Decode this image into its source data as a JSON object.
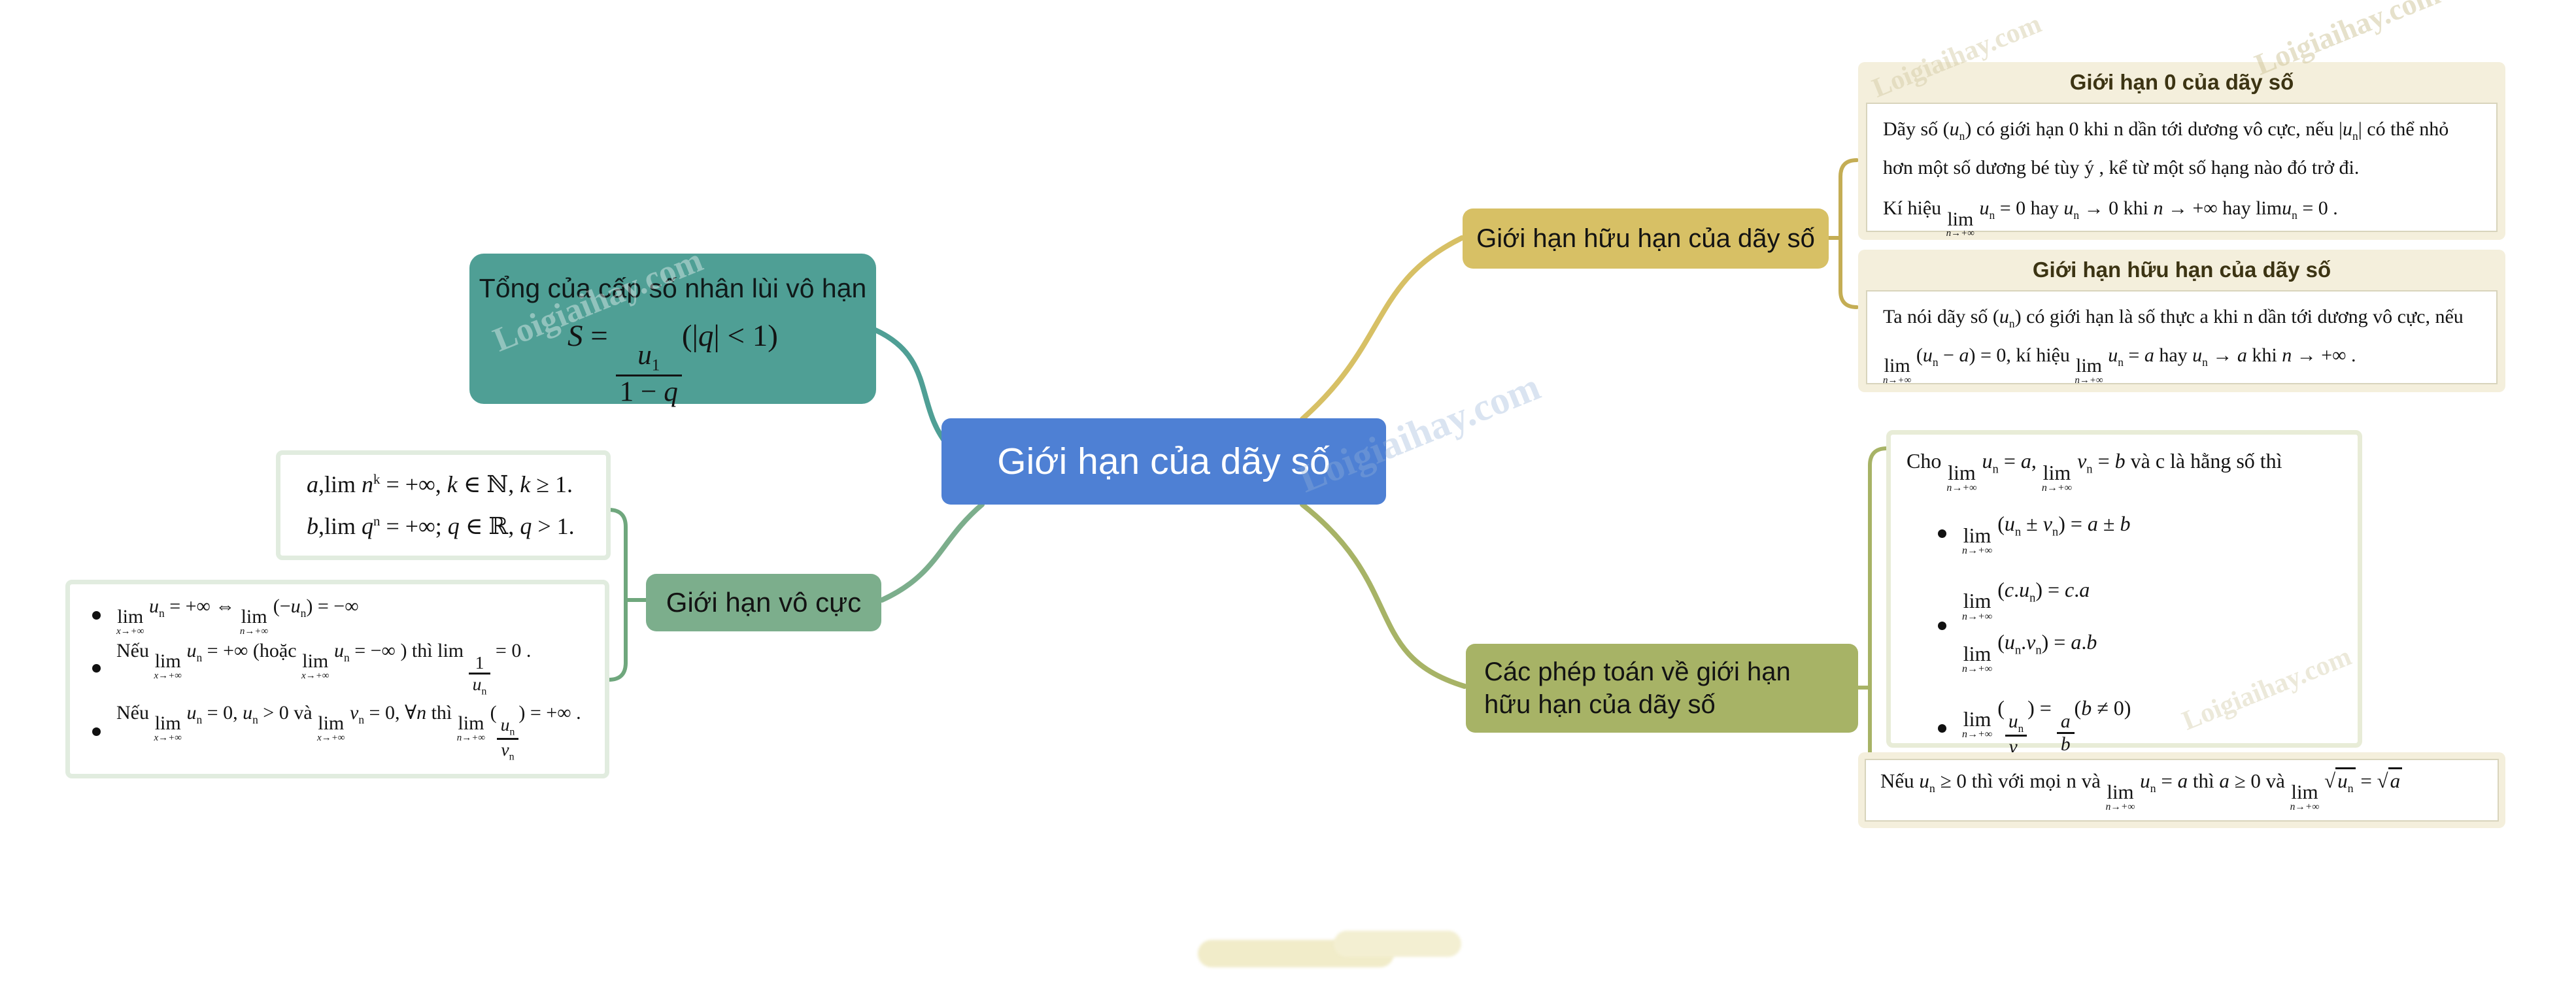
{
  "watermark": "Loigiaihay.com",
  "colors": {
    "root": "#4e80d4",
    "teal": "#4f9f95",
    "green": "#7cae8c",
    "green_dark": "#6fa77d",
    "gold": "#d7c065",
    "gold_dark": "#c4ad54",
    "olive": "#a7b366",
    "cream": "#f4efdc"
  },
  "center": {
    "label": "Giới hạn của dãy số"
  },
  "geo_sum": {
    "title": "Tổng của cấp số nhân lùi vô hạn",
    "formula": [
      {
        "i": "S"
      },
      {
        "t": " = "
      },
      {
        "frac": {
          "n": [
            {
              "i": "u"
            },
            {
              "s": "1"
            }
          ],
          "d": [
            {
              "t": "1 − "
            },
            {
              "i": "q"
            }
          ]
        }
      },
      {
        "t": "(|"
      },
      {
        "i": "q"
      },
      {
        "t": "| < 1)"
      }
    ]
  },
  "infinite_limit": {
    "label": "Giới hạn vô cực",
    "box_a": {
      "lines": [
        [
          {
            "i": "a"
          },
          {
            "t": ",lim "
          },
          {
            "i": "n"
          },
          {
            "p": "k"
          },
          {
            "t": " = +∞, "
          },
          {
            "i": "k"
          },
          {
            "t": " ∈ ℕ, "
          },
          {
            "i": "k"
          },
          {
            "t": " ≥ 1."
          }
        ],
        [
          {
            "i": "b"
          },
          {
            "t": ",lim "
          },
          {
            "i": "q"
          },
          {
            "p": "n"
          },
          {
            "t": " = +∞; "
          },
          {
            "i": "q"
          },
          {
            "t": " ∈ ℝ, "
          },
          {
            "i": "q"
          },
          {
            "t": " > 1."
          }
        ]
      ]
    },
    "box_b": {
      "b1": [
        {
          "lim": "x→+∞"
        },
        {
          "t": " "
        },
        {
          "i": "u"
        },
        {
          "s": "n"
        },
        {
          "t": " = +∞ ⇔ "
        },
        {
          "lim": "n→+∞"
        },
        {
          "t": " (−"
        },
        {
          "i": "u"
        },
        {
          "s": "n"
        },
        {
          "t": ") = −∞"
        }
      ],
      "b2": [
        {
          "t": "Nếu "
        },
        {
          "lim": "x→+∞"
        },
        {
          "t": " "
        },
        {
          "i": "u"
        },
        {
          "s": "n"
        },
        {
          "t": " = +∞ (hoặc "
        },
        {
          "lim": "x→+∞"
        },
        {
          "t": " "
        },
        {
          "i": "u"
        },
        {
          "s": "n"
        },
        {
          "t": " = −∞ ) thì lim "
        },
        {
          "frac": {
            "n": [
              {
                "t": "1"
              }
            ],
            "d": [
              {
                "i": "u"
              },
              {
                "s": "n"
              }
            ]
          }
        },
        {
          "t": " = 0 ."
        }
      ],
      "b3": [
        {
          "t": "Nếu "
        },
        {
          "lim": "x→+∞"
        },
        {
          "t": " "
        },
        {
          "i": "u"
        },
        {
          "s": "n"
        },
        {
          "t": " = 0, "
        },
        {
          "i": "u"
        },
        {
          "s": "n"
        },
        {
          "t": " > 0 và "
        },
        {
          "lim": "x→+∞"
        },
        {
          "t": " "
        },
        {
          "i": "v"
        },
        {
          "s": "n"
        },
        {
          "t": " = 0, ∀"
        },
        {
          "i": "n"
        },
        {
          "t": " thì "
        },
        {
          "lim": "n→+∞"
        },
        {
          "t": " ("
        },
        {
          "frac": {
            "n": [
              {
                "i": "u"
              },
              {
                "s": "n"
              }
            ],
            "d": [
              {
                "i": "v"
              },
              {
                "s": "n"
              }
            ]
          }
        },
        {
          "t": ") = +∞ ."
        }
      ]
    }
  },
  "finite_limit": {
    "label": "Giới hạn hữu hạn của dãy số",
    "zero_box": {
      "title": "Giới hạn 0 của dãy số",
      "p1": [
        {
          "t": "Dãy số ("
        },
        {
          "i": "u"
        },
        {
          "s": "n"
        },
        {
          "t": ") có giới hạn 0 khi n dần tới dương vô cực, nếu |"
        },
        {
          "i": "u"
        },
        {
          "s": "n"
        },
        {
          "t": "| có thể nhỏ hơn một số dương bé tùy ý , kể từ một số hạng nào đó trở đi."
        }
      ],
      "l2": [
        {
          "t": "Kí hiệu "
        },
        {
          "lim": "n→+∞"
        },
        {
          "t": " "
        },
        {
          "i": "u"
        },
        {
          "s": "n"
        },
        {
          "t": " = 0 hay "
        },
        {
          "i": "u"
        },
        {
          "s": "n"
        },
        {
          "t": " → 0 khi "
        },
        {
          "i": "n"
        },
        {
          "t": " → +∞ hay lim"
        },
        {
          "i": "u"
        },
        {
          "s": "n"
        },
        {
          "t": " = 0 ."
        }
      ]
    },
    "finite_box": {
      "title": "Giới hạn hữu hạn của dãy số",
      "p1": [
        {
          "t": "Ta nói dãy số ("
        },
        {
          "i": "u"
        },
        {
          "s": "n"
        },
        {
          "t": ") có giới hạn là số thực a khi n dần tới dương vô cực, nếu "
        },
        {
          "lim": "n→+∞"
        },
        {
          "t": " ("
        },
        {
          "i": "u"
        },
        {
          "s": "n"
        },
        {
          "t": " − "
        },
        {
          "i": "a"
        },
        {
          "t": ") = 0, kí hiệu "
        },
        {
          "lim": "n→+∞"
        },
        {
          "t": " "
        },
        {
          "i": "u"
        },
        {
          "s": "n"
        },
        {
          "t": " = "
        },
        {
          "i": "a"
        },
        {
          "t": " hay "
        },
        {
          "i": "u"
        },
        {
          "s": "n"
        },
        {
          "t": " → "
        },
        {
          "i": "a"
        },
        {
          "t": " khi "
        },
        {
          "i": "n"
        },
        {
          "t": " → +∞ ."
        }
      ]
    }
  },
  "operations": {
    "label": "Các phép toán về giới hạn hữu hạn của dãy số",
    "intro": [
      {
        "t": "Cho "
      },
      {
        "lim": "n→+∞"
      },
      {
        "t": " "
      },
      {
        "i": "u"
      },
      {
        "s": "n"
      },
      {
        "t": " = "
      },
      {
        "i": "a"
      },
      {
        "t": ", "
      },
      {
        "lim": "n→+∞"
      },
      {
        "t": " "
      },
      {
        "i": "v"
      },
      {
        "s": "n"
      },
      {
        "t": " = "
      },
      {
        "i": "b"
      },
      {
        "t": "  và c là hằng số thì"
      }
    ],
    "b1": [
      {
        "lim": "n→+∞"
      },
      {
        "t": " ("
      },
      {
        "i": "u"
      },
      {
        "s": "n"
      },
      {
        "t": " ± "
      },
      {
        "i": "v"
      },
      {
        "s": "n"
      },
      {
        "t": ") = "
      },
      {
        "i": "a"
      },
      {
        "t": " ± "
      },
      {
        "i": "b"
      }
    ],
    "b2a": [
      {
        "lim": "n→+∞"
      },
      {
        "t": " ("
      },
      {
        "i": "c"
      },
      {
        "t": "."
      },
      {
        "i": "u"
      },
      {
        "s": "n"
      },
      {
        "t": ") = "
      },
      {
        "i": "c"
      },
      {
        "t": "."
      },
      {
        "i": "a"
      }
    ],
    "b2b": [
      {
        "lim": "n→+∞"
      },
      {
        "t": " ("
      },
      {
        "i": "u"
      },
      {
        "s": "n"
      },
      {
        "t": "."
      },
      {
        "i": "v"
      },
      {
        "s": "n"
      },
      {
        "t": ") = "
      },
      {
        "i": "a"
      },
      {
        "t": "."
      },
      {
        "i": "b"
      }
    ],
    "b3": [
      {
        "lim": "n→+∞"
      },
      {
        "t": " ("
      },
      {
        "frac": {
          "n": [
            {
              "i": "u"
            },
            {
              "s": "n"
            }
          ],
          "d": [
            {
              "i": "v"
            },
            {
              "s": "n"
            }
          ]
        }
      },
      {
        "t": ") = "
      },
      {
        "frac": {
          "n": [
            {
              "i": "a"
            }
          ],
          "d": [
            {
              "i": "b"
            }
          ]
        }
      },
      {
        "t": "("
      },
      {
        "i": "b"
      },
      {
        "t": " ≠ 0)"
      }
    ],
    "note": [
      {
        "t": "Nếu "
      },
      {
        "i": "u"
      },
      {
        "s": "n"
      },
      {
        "t": " ≥ 0 thì với mọi n và "
      },
      {
        "lim": "n→+∞"
      },
      {
        "t": " "
      },
      {
        "i": "u"
      },
      {
        "s": "n"
      },
      {
        "t": " = "
      },
      {
        "i": "a"
      },
      {
        "t": " thì "
      },
      {
        "i": "a"
      },
      {
        "t": " ≥ 0  và "
      },
      {
        "lim": "n→+∞"
      },
      {
        "t": " "
      },
      {
        "sqrt": [
          {
            "i": "u"
          },
          {
            "s": "n"
          }
        ]
      },
      {
        "t": " = "
      },
      {
        "sqrt": [
          {
            "i": "a"
          }
        ]
      }
    ]
  }
}
